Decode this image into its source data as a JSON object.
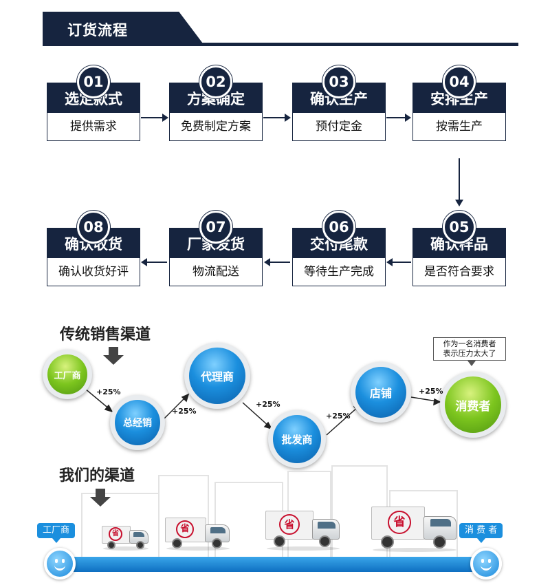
{
  "header": {
    "title": "订货流程"
  },
  "steps": [
    {
      "num": "01",
      "title": "选定款式",
      "sub": "提供需求"
    },
    {
      "num": "02",
      "title": "方案确定",
      "sub": "免费制定方案"
    },
    {
      "num": "03",
      "title": "确认生产",
      "sub": "预付定金"
    },
    {
      "num": "04",
      "title": "安排生产",
      "sub": "按需生产"
    },
    {
      "num": "05",
      "title": "确认样品",
      "sub": "是否符合要求"
    },
    {
      "num": "06",
      "title": "交付尾款",
      "sub": "等待生产完成"
    },
    {
      "num": "07",
      "title": "厂家发货",
      "sub": "物流配送"
    },
    {
      "num": "08",
      "title": "确认收货",
      "sub": "确认收货好评"
    }
  ],
  "traditional": {
    "title": "传统销售渠道",
    "nodes": [
      "工厂商",
      "总经销",
      "代理商",
      "批发商",
      "店铺",
      "消费者"
    ],
    "markup": "+25%",
    "note_line1": "作为一名消费者",
    "note_line2": "表示压力太大了"
  },
  "ours": {
    "title": "我们的渠道",
    "start": "工厂商",
    "end": "消 费 者",
    "seal": "省"
  },
  "colors": {
    "navy": "#16243f",
    "blue": "#1b8fde",
    "green": "#7cc51e",
    "seal_red": "#c8102e"
  }
}
